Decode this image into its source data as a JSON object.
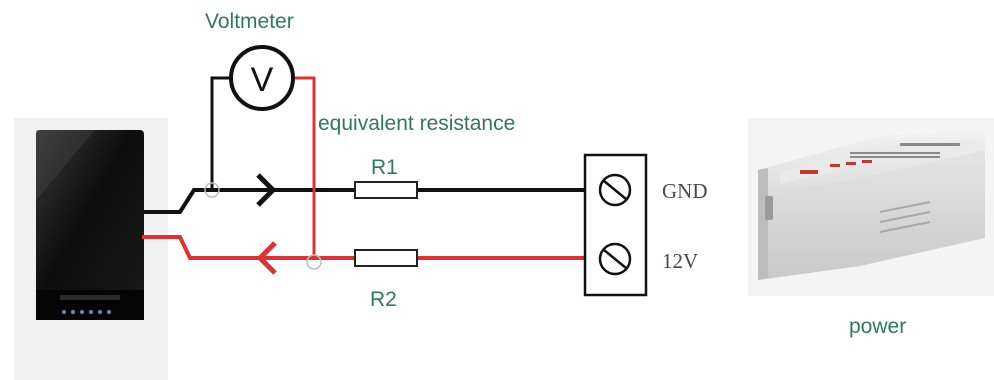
{
  "labels": {
    "voltmeter": "Voltmeter",
    "voltmeter_symbol": "V",
    "equivalent_resistance": "equivalent resistance",
    "r1": "R1",
    "r2": "R2",
    "gnd": "GND",
    "v12": "12V",
    "power": "power"
  },
  "colors": {
    "wire_black": "#111111",
    "wire_red": "#e03030",
    "label_green": "#2f7a5a",
    "terminal_text": "#4a4a4a"
  },
  "icons": {
    "reader_device": "access-control-reader",
    "power_supply": "power-supply-box",
    "terminal": "screw-terminal",
    "meter": "voltmeter-circle"
  }
}
